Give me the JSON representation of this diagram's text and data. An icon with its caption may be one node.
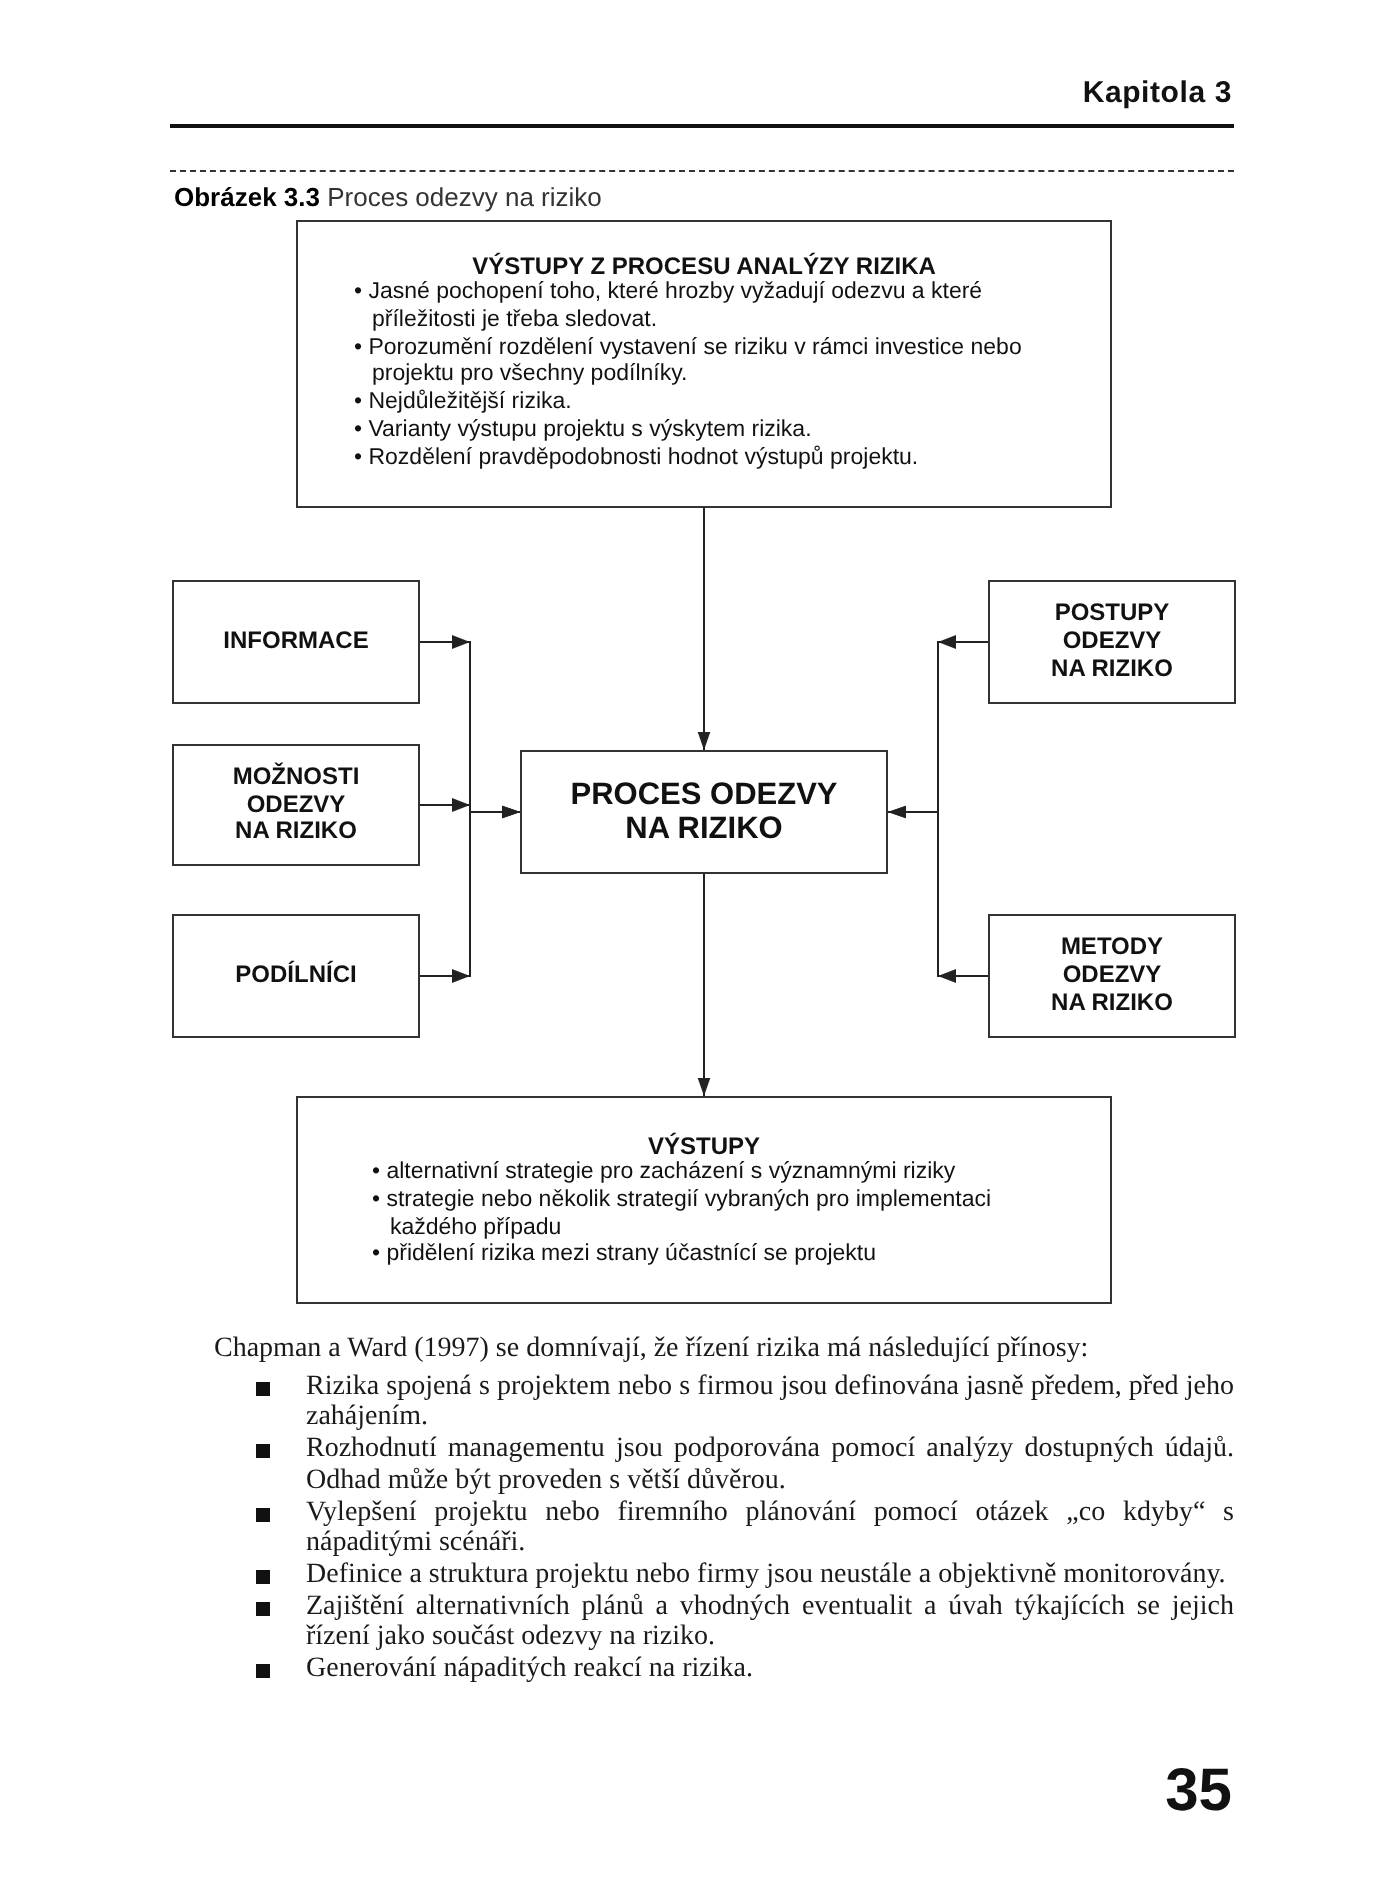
{
  "diagram": {
    "title": "**Obrázek 3.3** Proces odezvy na riziko",
    "nodes": [
      {
        "text": [
          "VÝSTUPY Z PROCESU ANALÝZY RIZIKA",
          "• Jasné pochopení toho, které hrozby vyžadují odezvu a které příležitosti je třeba sledovat.",
          "• Porozumění rozdělení vystavení se riziku v rámci investice nebo projektu pro všechny podílníky.",
          "• Nejdůležitější rizika.",
          "• Varianty výstupu projektu s výskytem rizika.",
          "• Rozdělení pravděpodobnosti hodnot výstupů projektu."
        ]
      },
      {
        "text": [
          "INFORMACE"
        ]
      },
      {
        "text": [
          "POSTUPY ODEZVY NA RIZIKO"
        ]
      },
      {
        "text": [
          "MOŽNOSTI ODEZVY NA RIZIKO"
        ]
      },
      {
        "text": [
          "PROCES ODEZVY NA RIZIKO"
        ]
      },
      {
        "text": [
          "PODÍLNÍCI"
        ]
      },
      {
        "text": [
          "METODY ODEZVY NA RIZIKO"
        ]
      },
      {
        "text": [
          "VÝSTUPY",
          "• alternativní strategie pro zacházení s významnými riziky",
          "• strategie nebo několik strategií vybraných pro implementaci každého případu",
          "• přidělení rizika mezi strany účastnící se projektu"
        ]
      }
    ],
    "edges": [
      {
        "from": 0,
        "to": 4,
        "arrow": "to"
      },
      {
        "from": 1,
        "to": 4,
        "arrow": "to"
      },
      {
        "from": 3,
        "to": 4,
        "arrow": "to"
      },
      {
        "from": 5,
        "to": 4,
        "arrow": "to"
      },
      {
        "from": 2,
        "to": 4,
        "arrow": "to"
      },
      {
        "from": 6,
        "to": 4,
        "arrow": "to"
      },
      {
        "from": 4,
        "to": 7,
        "arrow": "to"
      }
    ],
    "labels": [
      "Kapitola 3",
      "Chapman a Ward (1997) se domnívají, že řízení rizika má následující přínosy:",
      "Rizika spojená s projektem nebo s firmou jsou definována jasně předem, před jeho zahájením.",
      "Rozhodnutí managementu jsou podporována pomocí analýzy dostupných údajů. Odhad může být proveden s větší důvěrou.",
      "Vylepšení projektu nebo firemního plánování pomocí otázek „co kdyby“ s nápaditými scénáři.",
      "Definice a struktura projektu nebo firmy jsou neustále a objektivně monitorovány.",
      "Zajištění alternativních plánů a vhodných eventualit a úvah týkajících se jejich řízení jako součást odezvy na riziko.",
      "Generování nápaditých reakcí na rizika.",
      "35"
    ]
  }
}
